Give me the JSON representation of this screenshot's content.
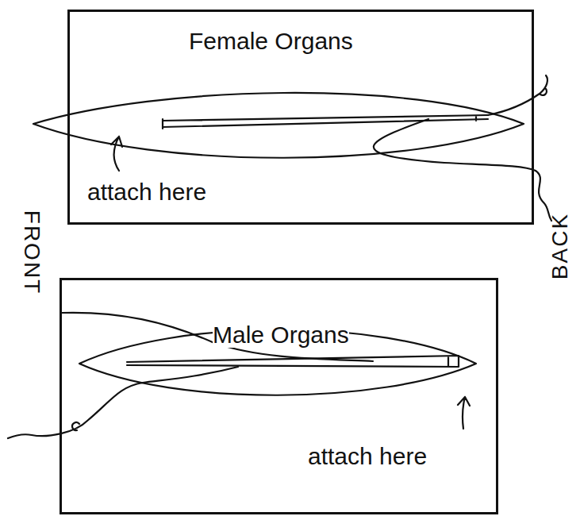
{
  "diagram": {
    "nodes": [
      {
        "text": [
          "Female Organs",
          "attach here"
        ]
      },
      {
        "text": [
          "Male Organs",
          "attach here"
        ]
      }
    ],
    "labels": [
      "FRONT",
      "BACK"
    ]
  }
}
